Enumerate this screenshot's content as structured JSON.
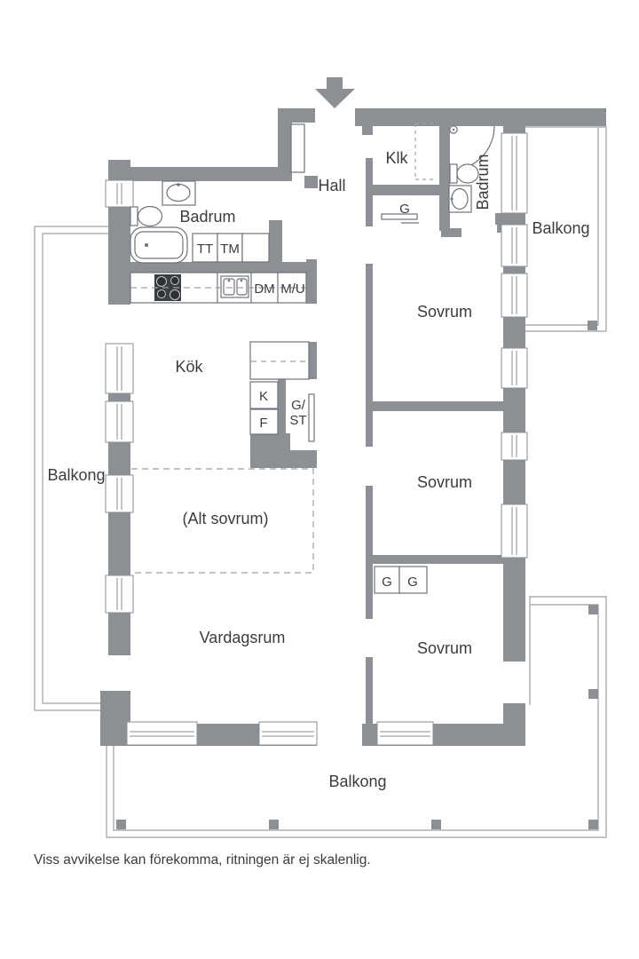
{
  "disclaimer": "Viss avvikelse kan förekomma, ritningen är ej skalenlig.",
  "rooms": {
    "hall": "Hall",
    "klk": "Klk",
    "g_hall": "G",
    "badrum_right": "Badrum",
    "balkong_top_right": "Balkong",
    "badrum_left": "Badrum",
    "kok": "Kök",
    "balkong_left": "Balkong",
    "alt_sovrum": "(Alt sovrum)",
    "sovrum_top": "Sovrum",
    "sovrum_middle": "Sovrum",
    "sovrum_bottom": "Sovrum",
    "vardagsrum": "Vardagsrum",
    "balkong_bottom": "Balkong"
  },
  "appliances": {
    "tt": "TT",
    "tm": "TM",
    "dm": "DM",
    "mu": "M/U",
    "kyl": "K",
    "frys": "F",
    "gst_line1": "G/",
    "gst_line2": "ST",
    "g1": "G",
    "g2": "G"
  },
  "fixtures": {
    "entrance": "entrance-arrow",
    "bathtub": "bathtub",
    "toilets": "toilet",
    "basins": "washbasin",
    "shower": "shower-corner",
    "stove": "stove-4-burners",
    "kitchen_sink": "double-bowl-sink"
  },
  "colors": {
    "wall": "#8c9095",
    "fixture_line": "#6e737a",
    "balcony_line": "#a8adb2",
    "text": "#3a3d40"
  }
}
